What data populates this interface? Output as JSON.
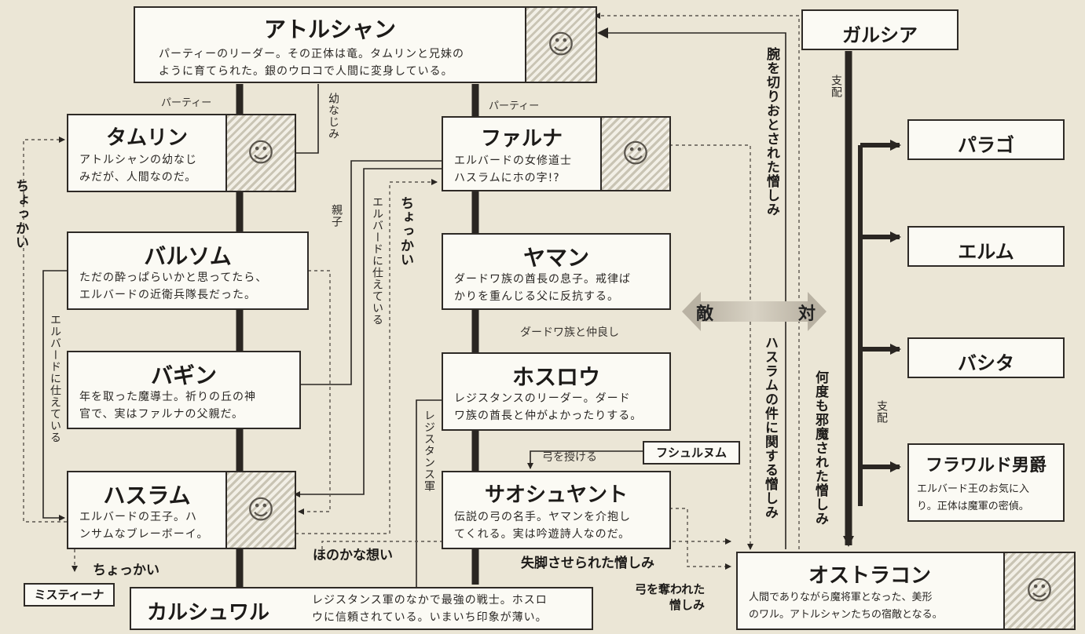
{
  "characters": {
    "atorushan": {
      "name": "アトルシャン",
      "desc1": "パーティーのリーダー。その正体は竜。タムリンと兄妹の",
      "desc2": "ように育てられた。銀のウロコで人間に変身している。"
    },
    "tamurin": {
      "name": "タムリン",
      "desc1": "アトルシャンの幼なじ",
      "desc2": "みだが、人間なのだ。"
    },
    "faruna": {
      "name": "ファルナ",
      "desc1": "エルバードの女修道士",
      "desc2": "ハスラムにホの字!?"
    },
    "barusomu": {
      "name": "バルソム",
      "desc1": "ただの酔っぱらいかと思ってたら、",
      "desc2": "エルバードの近衛兵隊長だった。"
    },
    "yaman": {
      "name": "ヤマン",
      "desc1": "ダードワ族の酋長の息子。戒律ば",
      "desc2": "かりを重んじる父に反抗する。"
    },
    "bagin": {
      "name": "バギン",
      "desc1": "年を取った魔導士。祈りの丘の神",
      "desc2": "官で、実はファルナの父親だ。"
    },
    "hosurou": {
      "name": "ホスロウ",
      "desc1": "レジスタンスのリーダー。ダード",
      "desc2": "ワ族の酋長と仲がよかったりする。"
    },
    "hasuramu": {
      "name": "ハスラム",
      "desc1": "エルバードの王子。ハ",
      "desc2": "ンサムなブレーボーイ。"
    },
    "saoshuyanto": {
      "name": "サオシュヤント",
      "desc1": "伝説の弓の名手。ヤマンを介抱し",
      "desc2": "てくれる。実は吟遊詩人なのだ。"
    },
    "karushuwaru": {
      "name": "カルシュワル",
      "desc1": "レジスタンス軍のなかで最強の戦士。ホスロ",
      "desc2": "ウに信頼されている。いまいち印象が薄い。"
    },
    "garushia": {
      "name": "ガルシア"
    },
    "parago": {
      "name": "パラゴ"
    },
    "erumu": {
      "name": "エルム"
    },
    "bashita": {
      "name": "バシタ"
    },
    "furawarudo": {
      "name": "フラワルド男爵",
      "desc1": "エルバード王のお気に入",
      "desc2": "り。正体は魔軍の密偵。"
    },
    "osutorakon": {
      "name": "オストラコン",
      "desc1": "人間でありながら魔将軍となった、美形",
      "desc2": "のワル。アトルシャンたちの宿敵となる。"
    },
    "fushurunumu": {
      "name": "フシュルヌム"
    },
    "misutina": {
      "name": "ミスティーナ"
    }
  },
  "relations": {
    "party_left": "パーティー",
    "party_right": "パーティー",
    "osananajimi": "幼なじみ",
    "oyako": "親子",
    "choukai_left": "ちょっかい",
    "choukai_mid": "ちょっかい",
    "choukai_bottom": "ちょっかい",
    "erubado_tsukaete_left": "エルバードに仕えている",
    "erubado_tsukaete_mid": "エルバードに仕えている",
    "dadowa_nakayoshi": "ダードワ族と仲良し",
    "resistance_gun": "レジスタンス軍",
    "yumi_sazukeru": "弓を授ける",
    "honokana_omoi": "ほのかな想い",
    "shikkyaku": "失脚させられた憎しみ",
    "yumi_ubawareta_1": "弓を奪われた",
    "yumi_ubawareta_2": "憎しみ",
    "ude_kiri": "腕を切りおとされた憎しみ",
    "hasuramu_ken": "ハスラムの件に関する憎しみ",
    "nandomo_jama": "何度も邪魔された憎しみ",
    "shihai_1": "支配",
    "shihai_2": "支配",
    "teki": "敵",
    "tai": "対"
  },
  "icons": {
    "portrait": "face-portrait-icon"
  }
}
